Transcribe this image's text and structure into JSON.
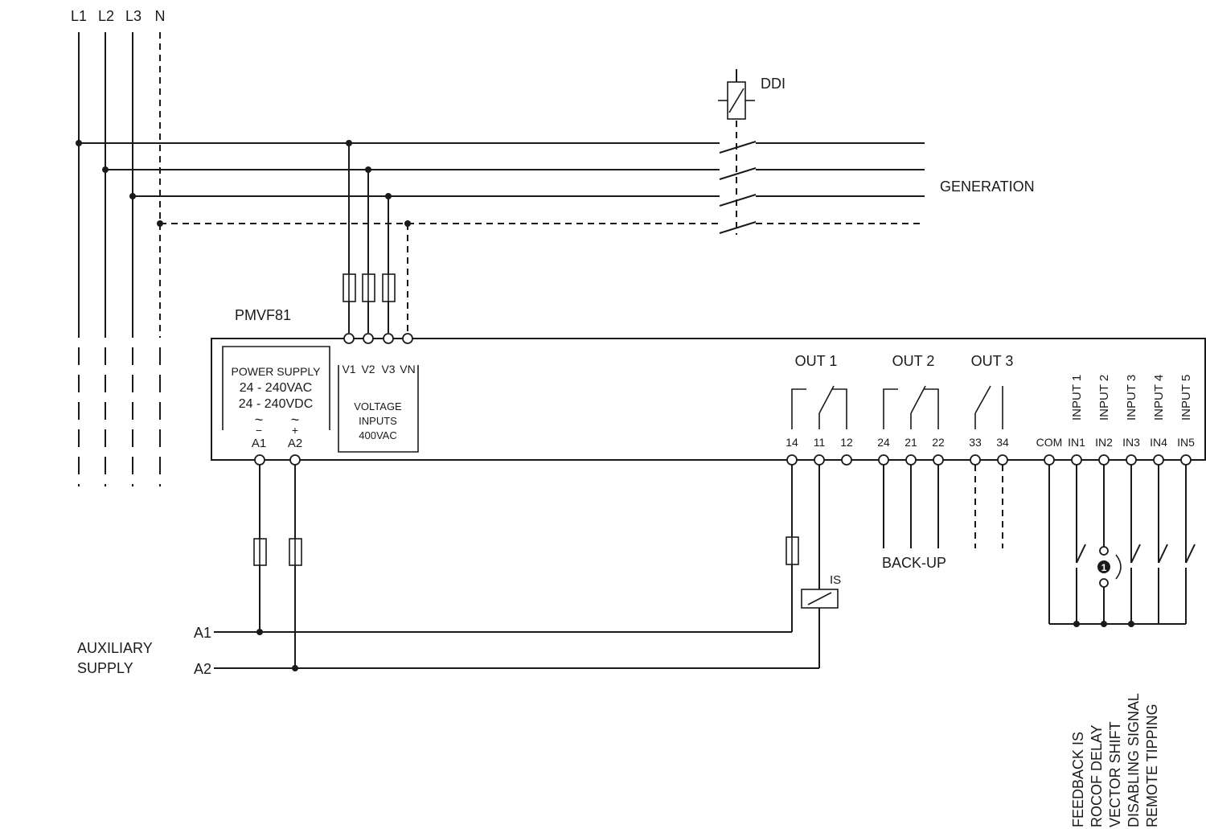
{
  "lines": {
    "l1": "L1",
    "l2": "L2",
    "l3": "L3",
    "n": "N"
  },
  "ddi_label": "DDI",
  "generation_label": "GENERATION",
  "device": {
    "name": "PMVF81",
    "power_supply": {
      "title": "POWER SUPPLY",
      "line1": "24 - 240VAC",
      "line2": "24 - 240VDC",
      "a1": "A1",
      "a2": "A2",
      "sym_ac": "~",
      "sym_minus": "−",
      "sym_plus": "+"
    },
    "voltage_inputs": {
      "v1": "V1",
      "v2": "V2",
      "v3": "V3",
      "vn": "VN",
      "line1": "VOLTAGE",
      "line2": "INPUTS",
      "line3": "400VAC"
    },
    "outputs": {
      "out1": "OUT 1",
      "out2": "OUT 2",
      "out3": "OUT 3",
      "t14": "14",
      "t11": "11",
      "t12": "12",
      "t24": "24",
      "t21": "21",
      "t22": "22",
      "t33": "33",
      "t34": "34"
    },
    "inputs": {
      "com": "COM",
      "in1": "IN1",
      "in2": "IN2",
      "in3": "IN3",
      "in4": "IN4",
      "in5": "IN5",
      "input1": "INPUT 1",
      "input2": "INPUT 2",
      "input3": "INPUT 3",
      "input4": "INPUT 4",
      "input5": "INPUT 5"
    }
  },
  "backup_label": "BACK-UP",
  "is_label": "IS",
  "note_marker": "1",
  "auxiliary": {
    "line1": "AUXILIARY",
    "line2": "SUPPLY",
    "a1": "A1",
    "a2": "A2"
  },
  "input_functions": {
    "f1": "FEEDBACK IS",
    "f2": "ROCOF DELAY",
    "f3": "VECTOR SHIFT",
    "f4": "DISABLING SIGNAL",
    "f5": "REMOTE TIPPING"
  }
}
